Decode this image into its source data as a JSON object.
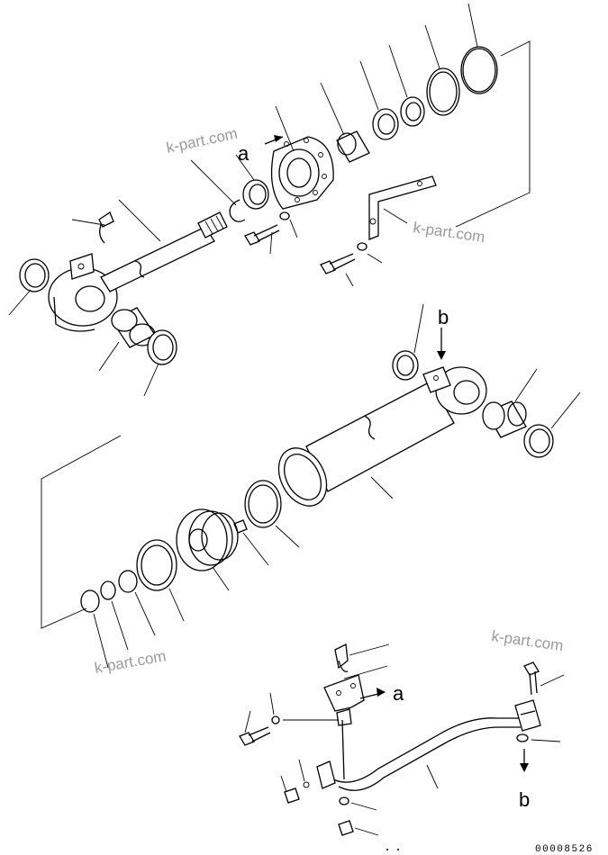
{
  "labels": {
    "a": "a",
    "b": "b"
  },
  "watermark": "k-part.com",
  "drawing_code": "00008526",
  "colors": {
    "line": "#000000",
    "watermark": "#9a9a9a",
    "background": "#ffffff"
  }
}
